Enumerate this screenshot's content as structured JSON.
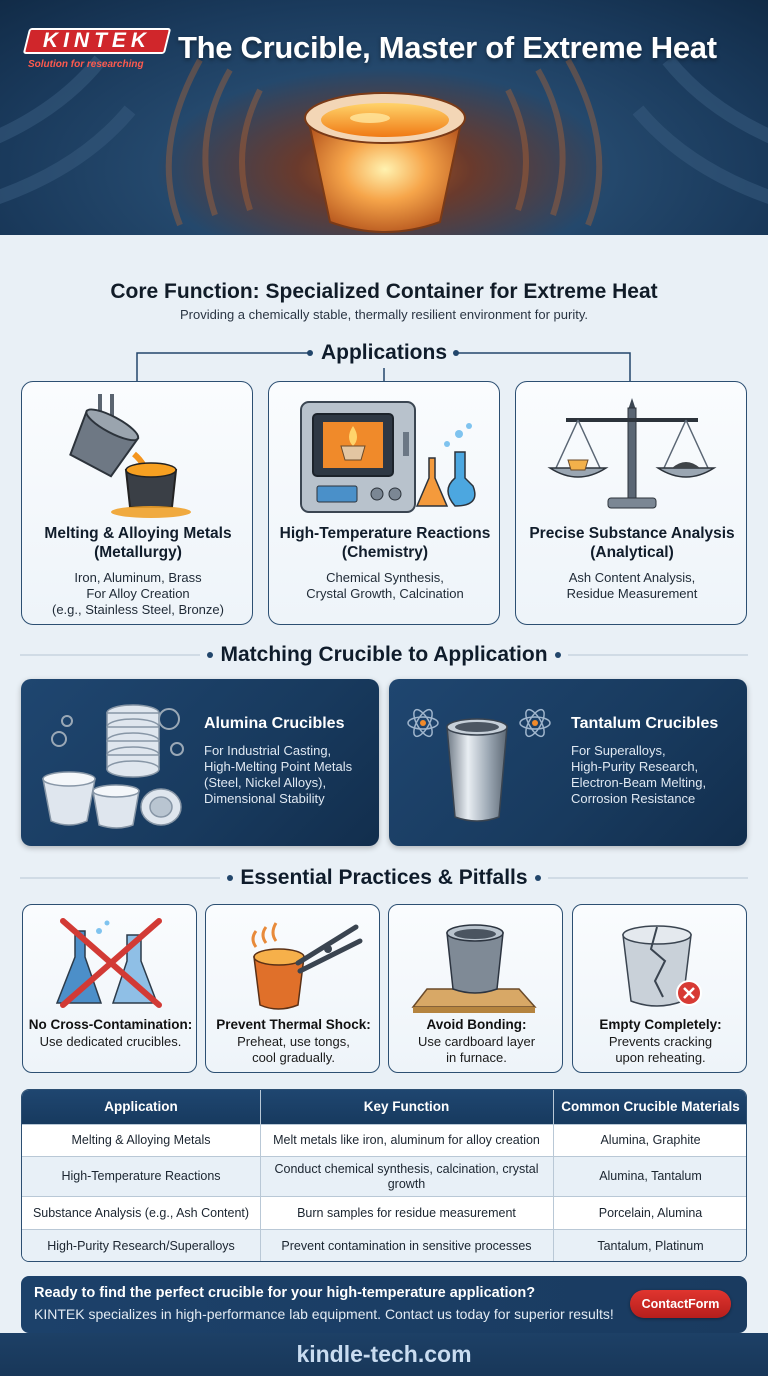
{
  "brand": {
    "logo_text": "KINTEK",
    "tagline": "Solution for researching",
    "title": "The Crucible, Master of Extreme Heat",
    "colors": {
      "navy": "#1f4670",
      "accent_red": "#d0262b",
      "molten": "#f28a1e"
    }
  },
  "core": {
    "title": "Core Function: Specialized Container for Extreme Heat",
    "subtitle": "Providing a chemically stable, thermally resilient environment for purity."
  },
  "applications": {
    "heading": "Applications",
    "cards": [
      {
        "title_1": "Melting & Alloying Metals",
        "title_2": "(Metallurgy)",
        "desc": [
          "Iron, Aluminum, Brass",
          "For Alloy Creation",
          "(e.g., Stainless Steel, Bronze)"
        ],
        "icon": "pouring-crucible-icon"
      },
      {
        "title_1": "High-Temperature Reactions",
        "title_2": "(Chemistry)",
        "desc": [
          "Chemical Synthesis,",
          "Crystal Growth, Calcination"
        ],
        "icon": "furnace-icon"
      },
      {
        "title_1": "Precise Substance Analysis",
        "title_2": "(Analytical)",
        "desc": [
          "Ash Content Analysis,",
          "Residue Measurement"
        ],
        "icon": "balance-scale-icon"
      }
    ]
  },
  "matching": {
    "heading": "Matching Crucible to Application",
    "cards": [
      {
        "title": "Alumina Crucibles",
        "desc": [
          "For Industrial Casting,",
          "High-Melting Point Metals",
          "(Steel, Nickel Alloys),",
          "Dimensional Stability"
        ],
        "icon": "alumina-crucibles-icon"
      },
      {
        "title": "Tantalum Crucibles",
        "desc": [
          "For Superalloys,",
          "High-Purity Research,",
          "Electron-Beam Melting,",
          "Corrosion Resistance"
        ],
        "icon": "tantalum-crucible-icon"
      }
    ]
  },
  "practices": {
    "heading": "Essential Practices & Pitfalls",
    "cards": [
      {
        "title": "No Cross-Contamination:",
        "desc": [
          "Use dedicated crucibles."
        ],
        "icon": "crossed-flasks-icon"
      },
      {
        "title": "Prevent Thermal Shock:",
        "desc": [
          "Preheat, use tongs,",
          "cool gradually."
        ],
        "icon": "tongs-crucible-icon"
      },
      {
        "title": "Avoid Bonding:",
        "desc": [
          "Use cardboard layer",
          "in furnace."
        ],
        "icon": "crucible-on-cardboard-icon"
      },
      {
        "title": "Empty Completely:",
        "desc": [
          "Prevents cracking",
          "upon reheating."
        ],
        "icon": "cracked-crucible-icon"
      }
    ]
  },
  "table": {
    "headers": [
      "Application",
      "Key Function",
      "Common Crucible Materials"
    ],
    "rows": [
      [
        "Melting & Alloying Metals",
        "Melt metals like iron, aluminum for alloy creation",
        "Alumina, Graphite"
      ],
      [
        "High-Temperature Reactions",
        "Conduct chemical synthesis, calcination, crystal growth",
        "Alumina, Tantalum"
      ],
      [
        "Substance Analysis (e.g., Ash Content)",
        "Burn samples for residue measurement",
        "Porcelain, Alumina"
      ],
      [
        "High-Purity Research/Superalloys",
        "Prevent contamination in sensitive processes",
        "Tantalum, Platinum"
      ]
    ]
  },
  "cta": {
    "line1": "Ready to find the perfect crucible for your high-temperature application?",
    "line2": "KINTEK specializes in high-performance lab equipment. Contact us today for superior results!",
    "button": "ContactForm"
  },
  "footer": {
    "url": "kindle-tech.com"
  }
}
